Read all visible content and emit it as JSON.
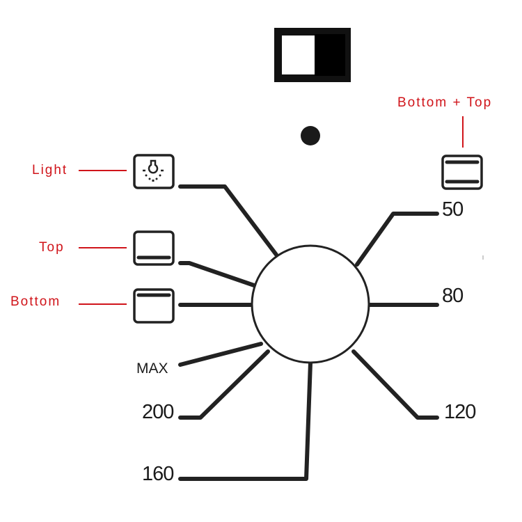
{
  "labels": {
    "light": "Light",
    "top": "Top",
    "bottom": "Bottom",
    "bottom_top": "Bottom + Top"
  },
  "dial_positions": {
    "max": "MAX",
    "t200": "200",
    "t160": "160",
    "t120": "120",
    "t80": "80",
    "t50": "50"
  },
  "icons": {
    "light": "light-bulb-icon",
    "top": "top-heater-icon",
    "bottom": "bottom-heater-icon",
    "bottom_top": "bottom-top-heater-icon",
    "switch": "power-switch-icon",
    "indicator": "indicator-lamp-icon"
  },
  "colors": {
    "annotation": "#d0141a",
    "ink": "#222222"
  }
}
